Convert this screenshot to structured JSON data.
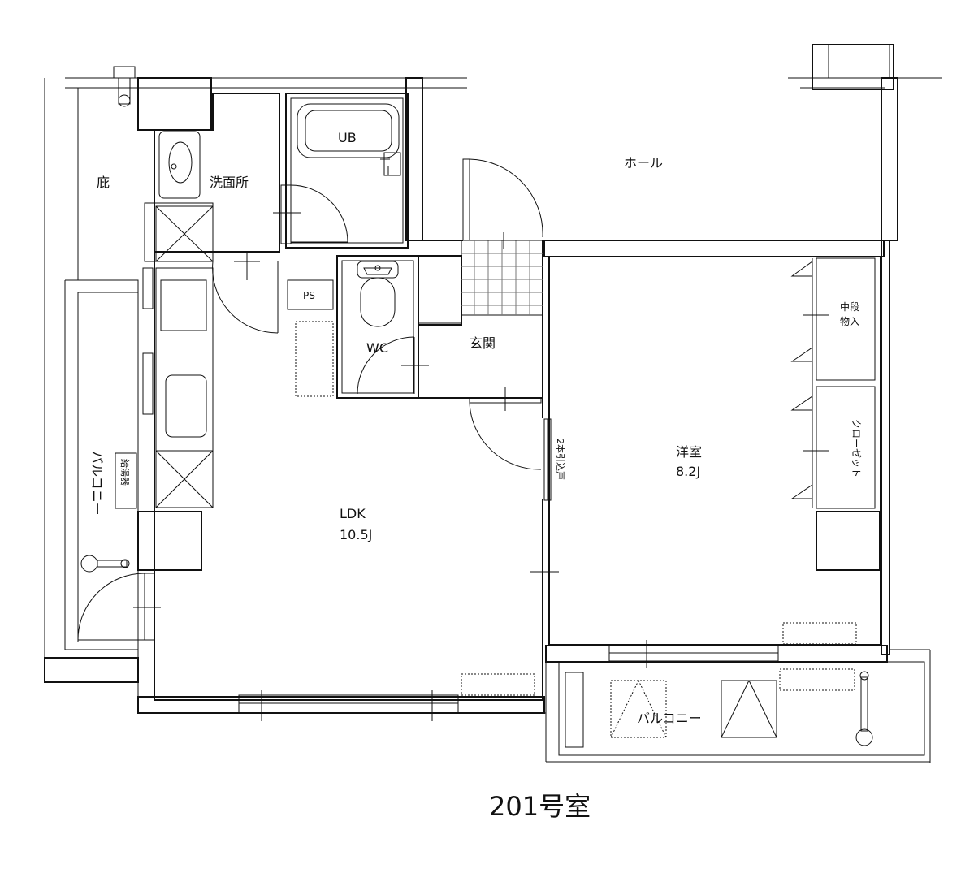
{
  "rooms": {
    "garden": "庇",
    "washroom": "洗面所",
    "bath": "UB",
    "hall": "ホール",
    "ps": "PS",
    "wc": "WC",
    "entrance": "玄関",
    "mid_storage_1": "中段",
    "mid_storage_2": "物入",
    "western_room": "洋室",
    "western_size": "8.2J",
    "closet": "クローゼット",
    "sliding_door": "2本引込戸",
    "water_heater": "給湯器",
    "balcony_west": "バルコニー",
    "ldk": "LDK",
    "ldk_size": "10.5J",
    "balcony_south": "バルコニー"
  },
  "unit_title": "201号室"
}
